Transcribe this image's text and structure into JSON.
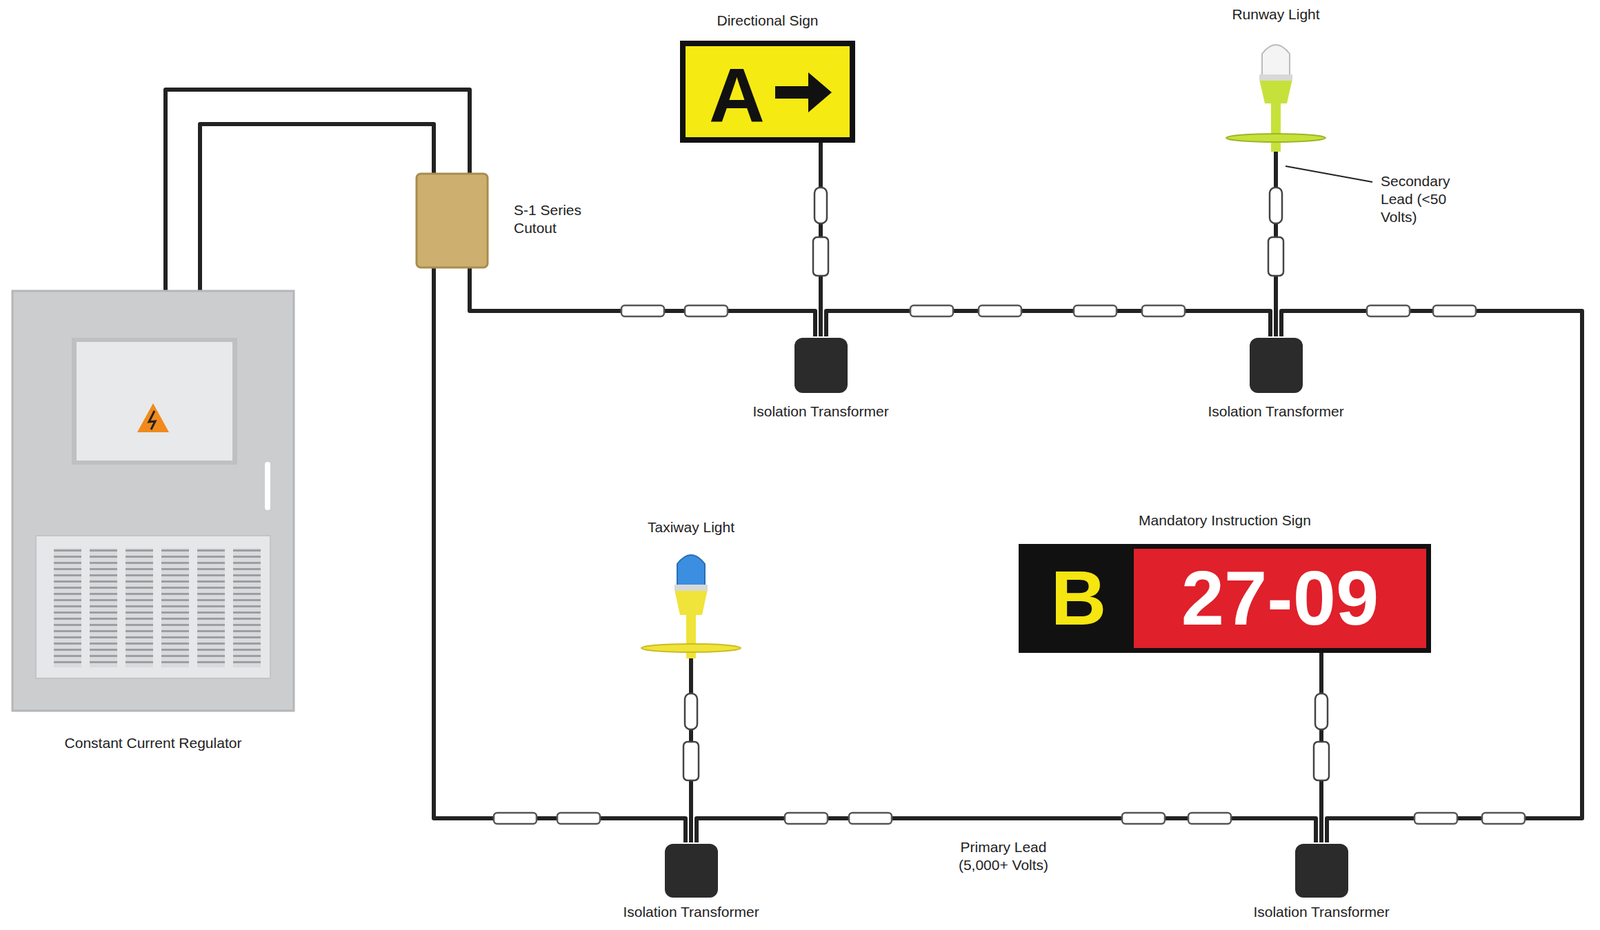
{
  "diagram": {
    "nodes": [
      {
        "text": [
          "Directional Sign",
          "A"
        ]
      },
      {
        "text": [
          "Runway Light"
        ]
      },
      {
        "text": [
          "S-1 Series Cutout"
        ]
      },
      {
        "text": [
          "Isolation Transformer"
        ]
      },
      {
        "text": [
          "Isolation Transformer"
        ]
      },
      {
        "text": [
          "Taxiway Light"
        ]
      },
      {
        "text": [
          "Mandatory Instruction Sign",
          "B",
          "27-09"
        ]
      },
      {
        "text": [
          "Constant Current Regulator"
        ]
      },
      {
        "text": [
          "Isolation Transformer"
        ]
      },
      {
        "text": [
          "Isolation Transformer"
        ]
      }
    ],
    "edges": [
      {
        "from": 7,
        "to": 2,
        "arrow": "none"
      },
      {
        "from": 7,
        "to": 2,
        "arrow": "none"
      },
      {
        "from": 2,
        "to": 3,
        "arrow": "none"
      },
      {
        "from": 3,
        "to": 4,
        "arrow": "none"
      },
      {
        "from": 4,
        "to": 9,
        "arrow": "none"
      },
      {
        "from": 9,
        "to": 8,
        "label": "Primary Lead (5,000+ Volts)",
        "arrow": "none"
      },
      {
        "from": 8,
        "to": 2,
        "arrow": "none"
      },
      {
        "from": 3,
        "to": 0,
        "arrow": "none"
      },
      {
        "from": 4,
        "to": 1,
        "arrow": "none"
      },
      {
        "from": 8,
        "to": 5,
        "arrow": "none"
      },
      {
        "from": 9,
        "to": 6,
        "arrow": "none"
      }
    ],
    "labels": [
      "Secondary Lead (<50 Volts)"
    ]
  }
}
